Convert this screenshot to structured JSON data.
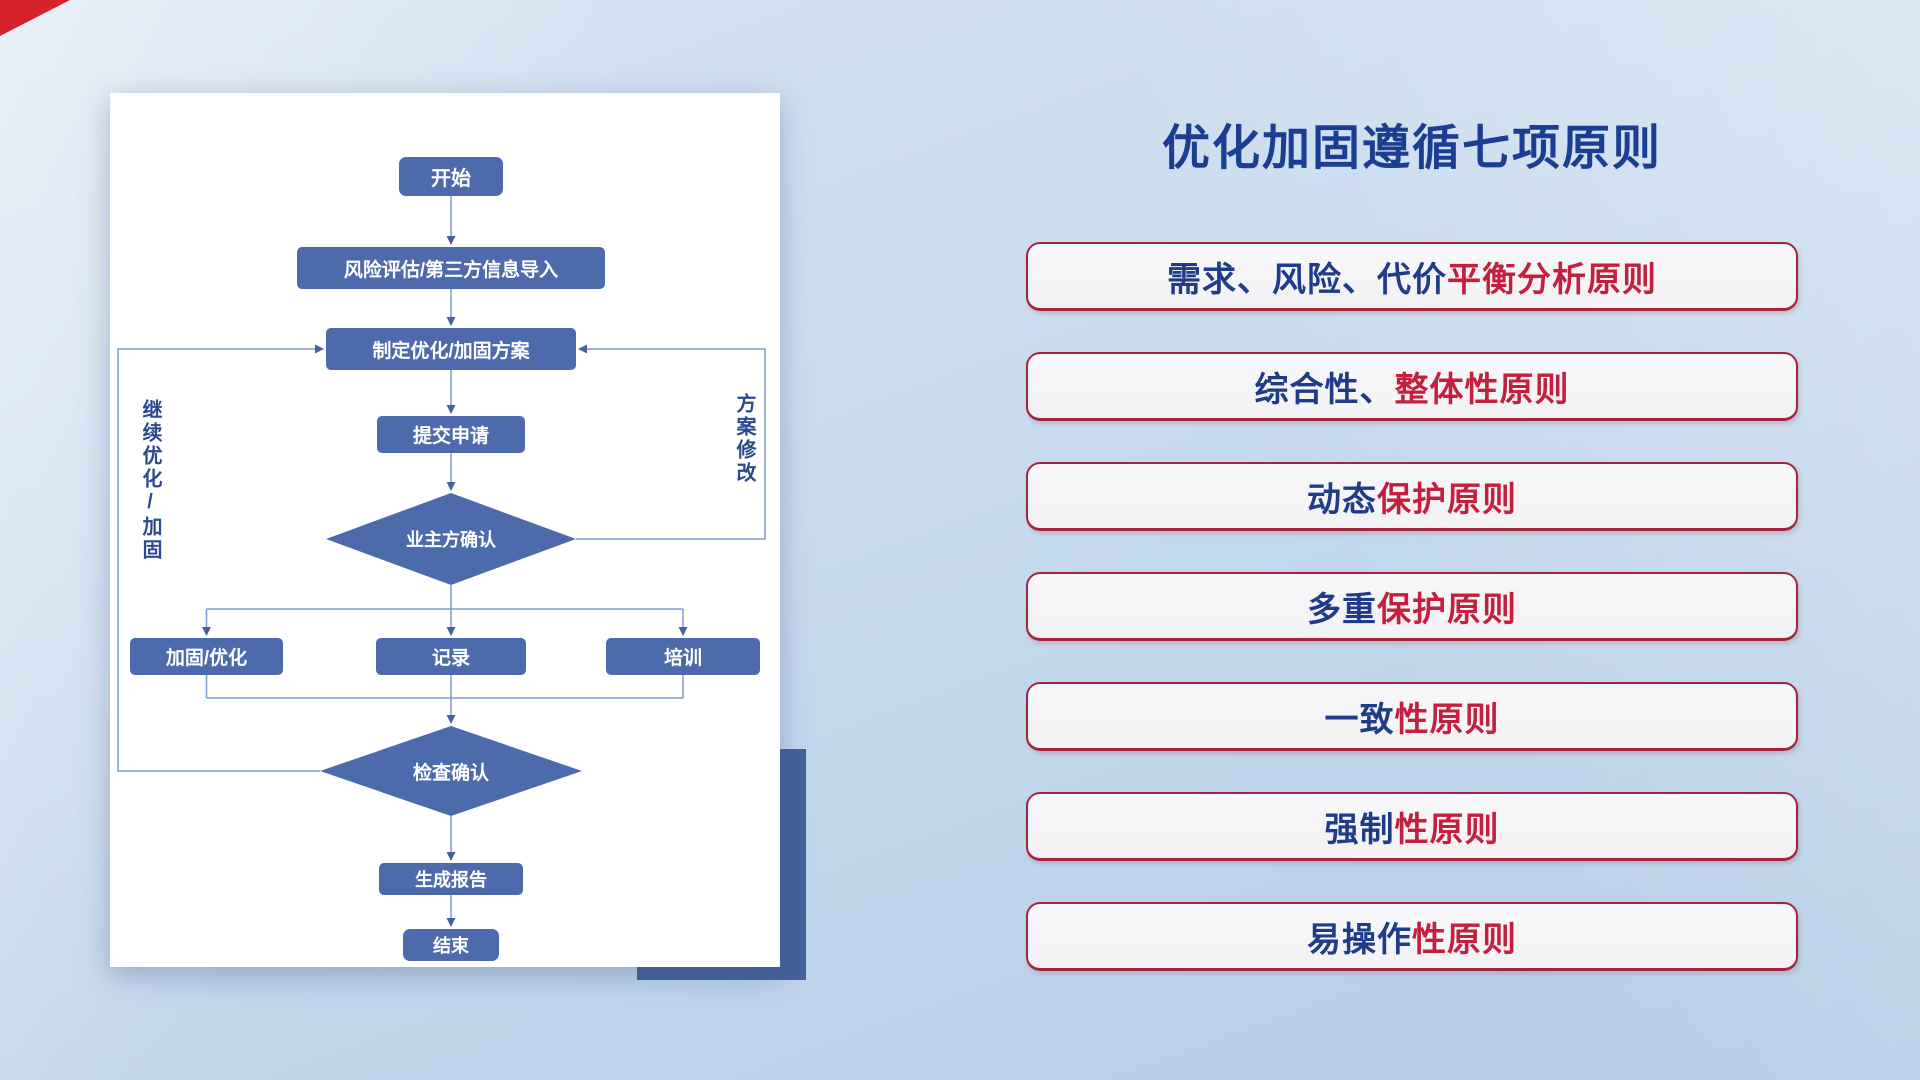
{
  "flowchart": {
    "nodes": {
      "start": "开始",
      "risk_import": "风险评估/第三方信息导入",
      "make_plan": "制定优化/加固方案",
      "submit": "提交申请",
      "owner_confirm": "业主方确认",
      "reinforce": "加固/优化",
      "record": "记录",
      "training": "培训",
      "check_confirm": "检查确认",
      "report": "生成报告",
      "end": "结束"
    },
    "loop_labels": {
      "left": "继续优化/加固",
      "right": "方案修改"
    }
  },
  "principles": {
    "title": "优化加固遵循七项原则",
    "items": [
      {
        "segments": [
          {
            "text": "需求、风险、代价",
            "color": "#1e3c87"
          },
          {
            "text": "平衡分析原则",
            "color": "#c41f3f"
          }
        ]
      },
      {
        "segments": [
          {
            "text": "综合性、",
            "color": "#1e3c87"
          },
          {
            "text": "整体性原则",
            "color": "#c41f3f"
          }
        ]
      },
      {
        "segments": [
          {
            "text": "动态",
            "color": "#1e3c87"
          },
          {
            "text": "保护原则",
            "color": "#c41f3f"
          }
        ]
      },
      {
        "segments": [
          {
            "text": "多重",
            "color": "#1e3c87"
          },
          {
            "text": "保护原则",
            "color": "#c41f3f"
          }
        ]
      },
      {
        "segments": [
          {
            "text": "一致",
            "color": "#1e3c87"
          },
          {
            "text": "性原则",
            "color": "#c41f3f"
          }
        ]
      },
      {
        "segments": [
          {
            "text": "强制",
            "color": "#1e3c87"
          },
          {
            "text": "性原则",
            "color": "#c41f3f"
          }
        ]
      },
      {
        "segments": [
          {
            "text": "易操作",
            "color": "#1e3c87"
          },
          {
            "text": "性原则",
            "color": "#c41f3f"
          }
        ]
      }
    ]
  },
  "colors": {
    "node-fill": "#4d6bac",
    "node-text": "#ffffff",
    "connector": "#7d9bd2",
    "arrow": "#44619e",
    "accent-rect": "#44619e",
    "title-blue": "#1c3e92",
    "box-border": "#a3243b",
    "box-bg": "#f2f1f4",
    "corner-red": "#d5232e",
    "loop-label": "#2b4a8f"
  }
}
